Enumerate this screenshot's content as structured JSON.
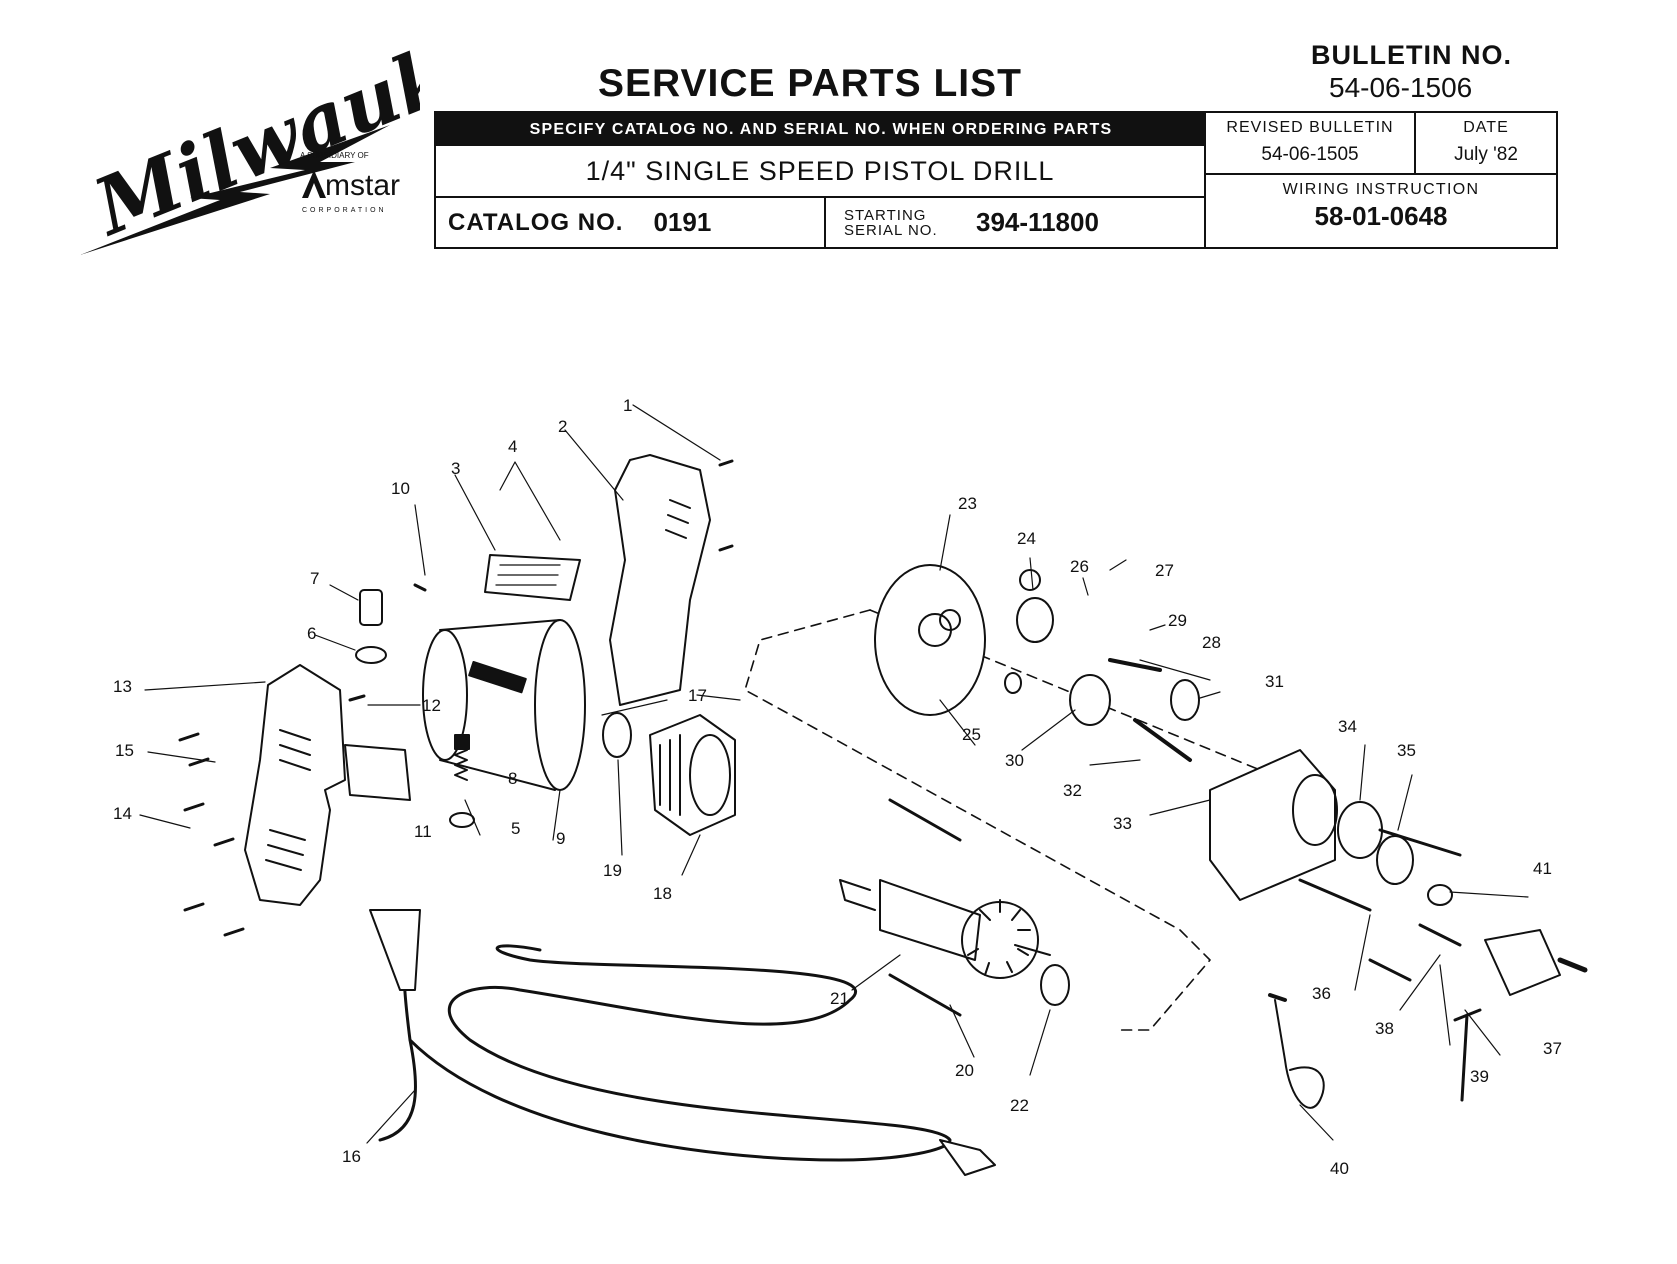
{
  "header": {
    "title": "SERVICE PARTS LIST",
    "bulletin_label": "BULLETIN NO.",
    "bulletin_no": "54-06-1506",
    "specify_banner": "SPECIFY CATALOG NO. AND SERIAL NO. WHEN ORDERING PARTS",
    "product": "1/4\" SINGLE SPEED PISTOL DRILL",
    "catalog_label": "CATALOG NO.",
    "catalog_no": "0191",
    "serial_label": "STARTING SERIAL NO.",
    "serial_no": "394-11800",
    "revised_label": "REVISED BULLETIN",
    "revised_no": "54-06-1505",
    "date_label": "DATE",
    "date": "July '82",
    "wiring_label": "WIRING INSTRUCTION",
    "wiring_no": "58-01-0648"
  },
  "logo": {
    "brand": "Milwaukee",
    "subsidiary": "A SUBSIDIARY OF",
    "parent": "Amstar",
    "parent_sub": "CORPORATION"
  },
  "callouts": [
    "1",
    "2",
    "3",
    "4",
    "5",
    "6",
    "7",
    "8",
    "9",
    "10",
    "11",
    "12",
    "13",
    "14",
    "15",
    "16",
    "17",
    "18",
    "19",
    "20",
    "21",
    "22",
    "23",
    "24",
    "25",
    "26",
    "27",
    "28",
    "29",
    "30",
    "31",
    "32",
    "33",
    "34",
    "35",
    "36",
    "37",
    "38",
    "39",
    "40",
    "41"
  ]
}
